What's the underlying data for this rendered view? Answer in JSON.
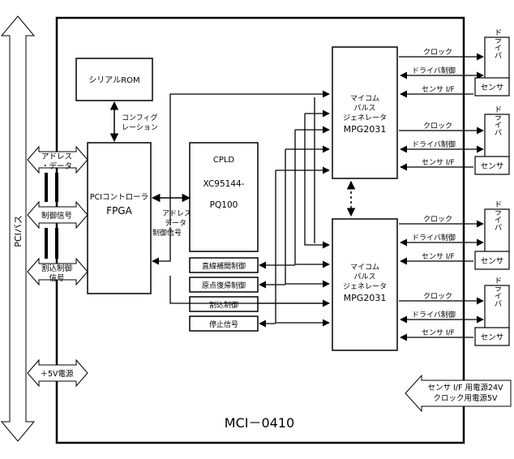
{
  "board": {
    "name": "MCI－0410"
  },
  "bus": {
    "label": "PCIバス"
  },
  "bus_arrows": [
    {
      "lines": [
        "アドレス",
        "・データ"
      ]
    },
    {
      "lines": [
        "制御信号"
      ]
    },
    {
      "lines": [
        "割込制御",
        "信号"
      ]
    },
    {
      "lines": [
        "＋5V電源"
      ]
    }
  ],
  "rom": {
    "label": "シリアルROM"
  },
  "config": {
    "lines": [
      "コンフィグ",
      "レーション"
    ]
  },
  "fpga": {
    "line1": "PCIコントローラ",
    "line2": "FPGA"
  },
  "fpga_cpld_signals": {
    "lines": [
      "アドレス",
      "データ",
      "制御信号"
    ]
  },
  "cpld": {
    "line1": "CPLD",
    "line2": "XC95144-",
    "line3": "PQ100"
  },
  "func_blocks": [
    "直線補間制御",
    "原点復帰制御",
    "割込制御",
    "停止信号"
  ],
  "mpg": [
    {
      "lines": [
        "マイコム",
        "パルス",
        "ジェネレータ",
        "MPG2031"
      ]
    },
    {
      "lines": [
        "マイコム",
        "パルス",
        "ジェネレータ",
        "MPG2031"
      ]
    }
  ],
  "axis_signals": {
    "clock": "クロック",
    "driver_ctrl": "ドライバ制御",
    "sensor_if": "センサ I/F"
  },
  "ext": {
    "driver": "ドライバ",
    "sensor": "センサ"
  },
  "power": {
    "line1": "センサ I/F 用電源24V",
    "line2": "クロック用電源5V"
  }
}
